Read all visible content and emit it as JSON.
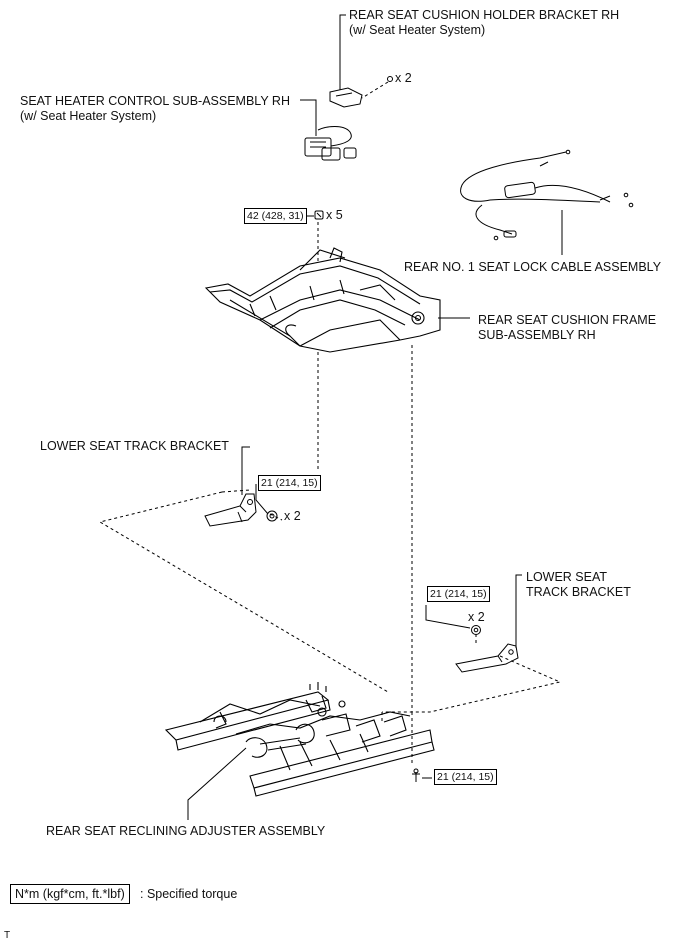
{
  "labels": {
    "holder_bracket": [
      "REAR SEAT CUSHION HOLDER BRACKET RH",
      "(w/ Seat Heater System)"
    ],
    "heater_control": [
      "SEAT HEATER CONTROL SUB-ASSEMBLY RH",
      "(w/ Seat Heater System)"
    ],
    "lock_cable": "REAR NO. 1 SEAT LOCK CABLE ASSEMBLY",
    "cushion_frame": [
      "REAR SEAT CUSHION FRAME",
      "SUB-ASSEMBLY RH"
    ],
    "track_bracket_left": "LOWER SEAT TRACK BRACKET",
    "track_bracket_right": [
      "LOWER SEAT",
      "TRACK BRACKET"
    ],
    "reclining_adjuster": "REAR SEAT RECLINING ADJUSTER ASSEMBLY"
  },
  "torques": {
    "frame_nut": "42 (428, 31)",
    "left_bracket": "21 (214, 15)",
    "right_bracket": "21 (214, 15)",
    "adjuster_bolt": "21 (214, 15)"
  },
  "quantities": {
    "holder_screw": "x 2",
    "frame_nut": "x 5",
    "left_bracket": "x 2",
    "right_bracket": "x 2"
  },
  "legend": {
    "box": "N*m (kgf*cm, ft.*lbf)",
    "text": ": Specified torque"
  },
  "corner_mark": "T"
}
